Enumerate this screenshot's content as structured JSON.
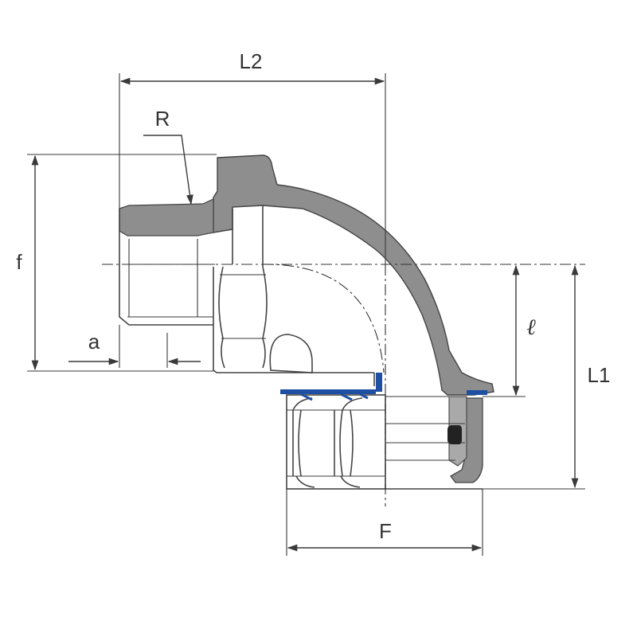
{
  "dimensions": {
    "L2": "L2",
    "R": "R",
    "f": "f",
    "a": "a",
    "l": "ℓ",
    "L1": "L1",
    "F": "F"
  },
  "colors": {
    "section_fill": "#8e8e8e",
    "body_fill": "#ffffff",
    "line": "#3a3a3a",
    "seal_blue": "#1f4fa3",
    "o_ring": "#222222"
  }
}
